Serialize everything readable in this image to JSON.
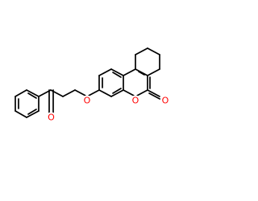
{
  "molecule": {
    "atoms": [
      {
        "id": "o_ketone",
        "symbol": "O",
        "color": "#ff0000"
      },
      {
        "id": "o_ether",
        "symbol": "O",
        "color": "#ff0000"
      },
      {
        "id": "o_ring",
        "symbol": "O",
        "color": "#ff0000"
      },
      {
        "id": "o_lactone",
        "symbol": "O",
        "color": "#ff0000"
      }
    ],
    "bond_color": "#000000"
  }
}
